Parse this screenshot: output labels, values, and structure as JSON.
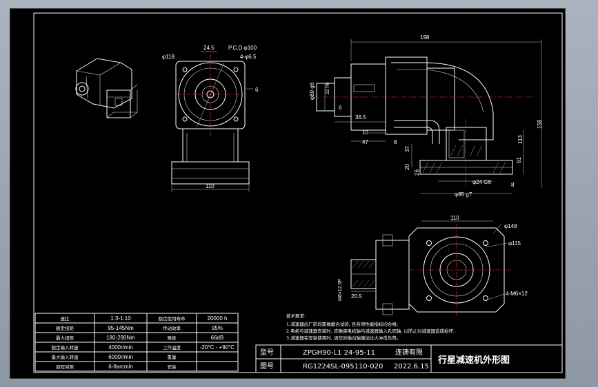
{
  "dimensions": {
    "overall_length": "198",
    "pcd": "P.C.D φ100",
    "holes_top": "4-φ6.5",
    "flange_dia": "φ118",
    "offset_24_5": "24.5",
    "shaft_6": "6",
    "base_width": "110",
    "shaft_dia_left": "φ80 g6",
    "shaft_key": "22 h6",
    "keyway_6": "6",
    "dim_36_5": "36.5",
    "dim_10": "10",
    "dim_47": "47",
    "dim_8_a": "8",
    "dim_37": "37",
    "dim_20": "20",
    "dim_26": "26",
    "dim_113": "113",
    "dim_158": "158",
    "dim_61": "61",
    "dim_8_b": "8",
    "pilot_dia": "φ24 G6",
    "outer_dia": "φ95 g7",
    "top_110": "110",
    "dia_148": "φ148",
    "dia_115": "φ115",
    "thread": "4-M6×12",
    "bolt_m8": "M8×12.5P",
    "dim_20_5": "20.5"
  },
  "notes": {
    "heading": "技术要求:",
    "line1": "1.减速器出厂前均需做磨合试验, 且各项性能指标均合格;",
    "line2": "2.电机与减速器安装时, 应确保电机轴与减速器输入孔同轴, 以防止对减速器造成损坏;",
    "line3": "3.减速器在安装使用时, 请勿对输出轴施加过大冲击负荷。"
  },
  "specs": [
    [
      "速比",
      "1:3-1:10",
      "额定使用寿命",
      "20000 h"
    ],
    [
      "额定扭矩",
      "95-145Nm",
      "传动效率",
      "95%"
    ],
    [
      "最大扭矩",
      "180-290Nm",
      "噪音",
      "66dB"
    ],
    [
      "额定输入转速",
      "4000r/min",
      "工作温度",
      "-20°C - +90°C"
    ],
    [
      "最大输入转速",
      "6000r/min",
      "重量",
      ""
    ],
    [
      "回程间隙",
      "6-8arcmin",
      "安装",
      ""
    ]
  ],
  "title_block": {
    "model_label": "型号",
    "model_value": "ZPGH90-L1 24-95-11",
    "drawing_label": "图号",
    "drawing_value": "RG1224SL-095110-020",
    "date": "2022.6.15",
    "owner": "连铸有限",
    "title": "行星减速机外形图"
  }
}
